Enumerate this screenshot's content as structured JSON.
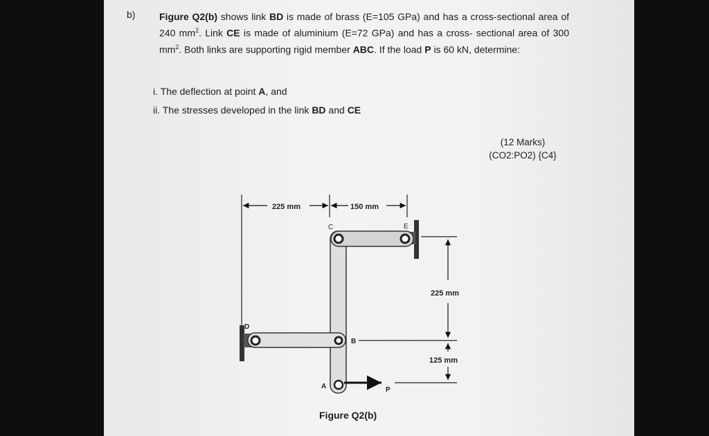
{
  "question": {
    "label": "b)",
    "line1": {
      "bold": "Figure Q2(b)",
      "t1": " shows link ",
      "bd": "BD",
      "t2": " is made of brass (E=105 GPa) and has a cross-sectional"
    },
    "line2": {
      "t1": "area of 240 mm",
      "sup": "2",
      "t2": ". Link ",
      "ce": "CE",
      "t3": " is made of aluminium (E=72 GPa) and has a cross-"
    },
    "line3": {
      "t1": "sectional area of 300 mm",
      "sup": "2",
      "t2": ". Both links are supporting rigid member ",
      "abc": "ABC",
      "t3": ". If the load ",
      "p": "P"
    },
    "line4": "is 60 kN, determine:"
  },
  "items": {
    "i": {
      "prefix": "i. The deflection at point ",
      "point": "A",
      "suffix": ", and"
    },
    "ii": {
      "prefix": "ii. The stresses developed in the link ",
      "bd": "BD",
      "mid": " and ",
      "ce": "CE"
    }
  },
  "marks": {
    "line1": "(12 Marks)",
    "line2": "(CO2:PO2) {C4}"
  },
  "figure": {
    "dim_225_top": "225 mm",
    "dim_150": "150 mm",
    "dim_225_right": "225 mm",
    "dim_125": "125 mm",
    "label_c": "C",
    "label_e": "E",
    "label_d": "D",
    "label_b": "B",
    "label_a": "A",
    "label_p": "P",
    "caption": "Figure Q2(b)"
  }
}
